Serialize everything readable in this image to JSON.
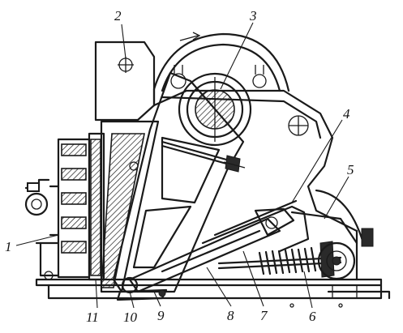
{
  "labels": [
    {
      "id": "1",
      "text": "1"
    },
    {
      "id": "2",
      "text": "2"
    },
    {
      "id": "3",
      "text": "3"
    },
    {
      "id": "4",
      "text": "4"
    },
    {
      "id": "5",
      "text": "5"
    },
    {
      "id": "6",
      "text": "6"
    },
    {
      "id": "7",
      "text": "7"
    },
    {
      "id": "8",
      "text": "8"
    },
    {
      "id": "9",
      "text": "9"
    },
    {
      "id": "10",
      "text": "10"
    },
    {
      "id": "11",
      "text": "11"
    }
  ]
}
